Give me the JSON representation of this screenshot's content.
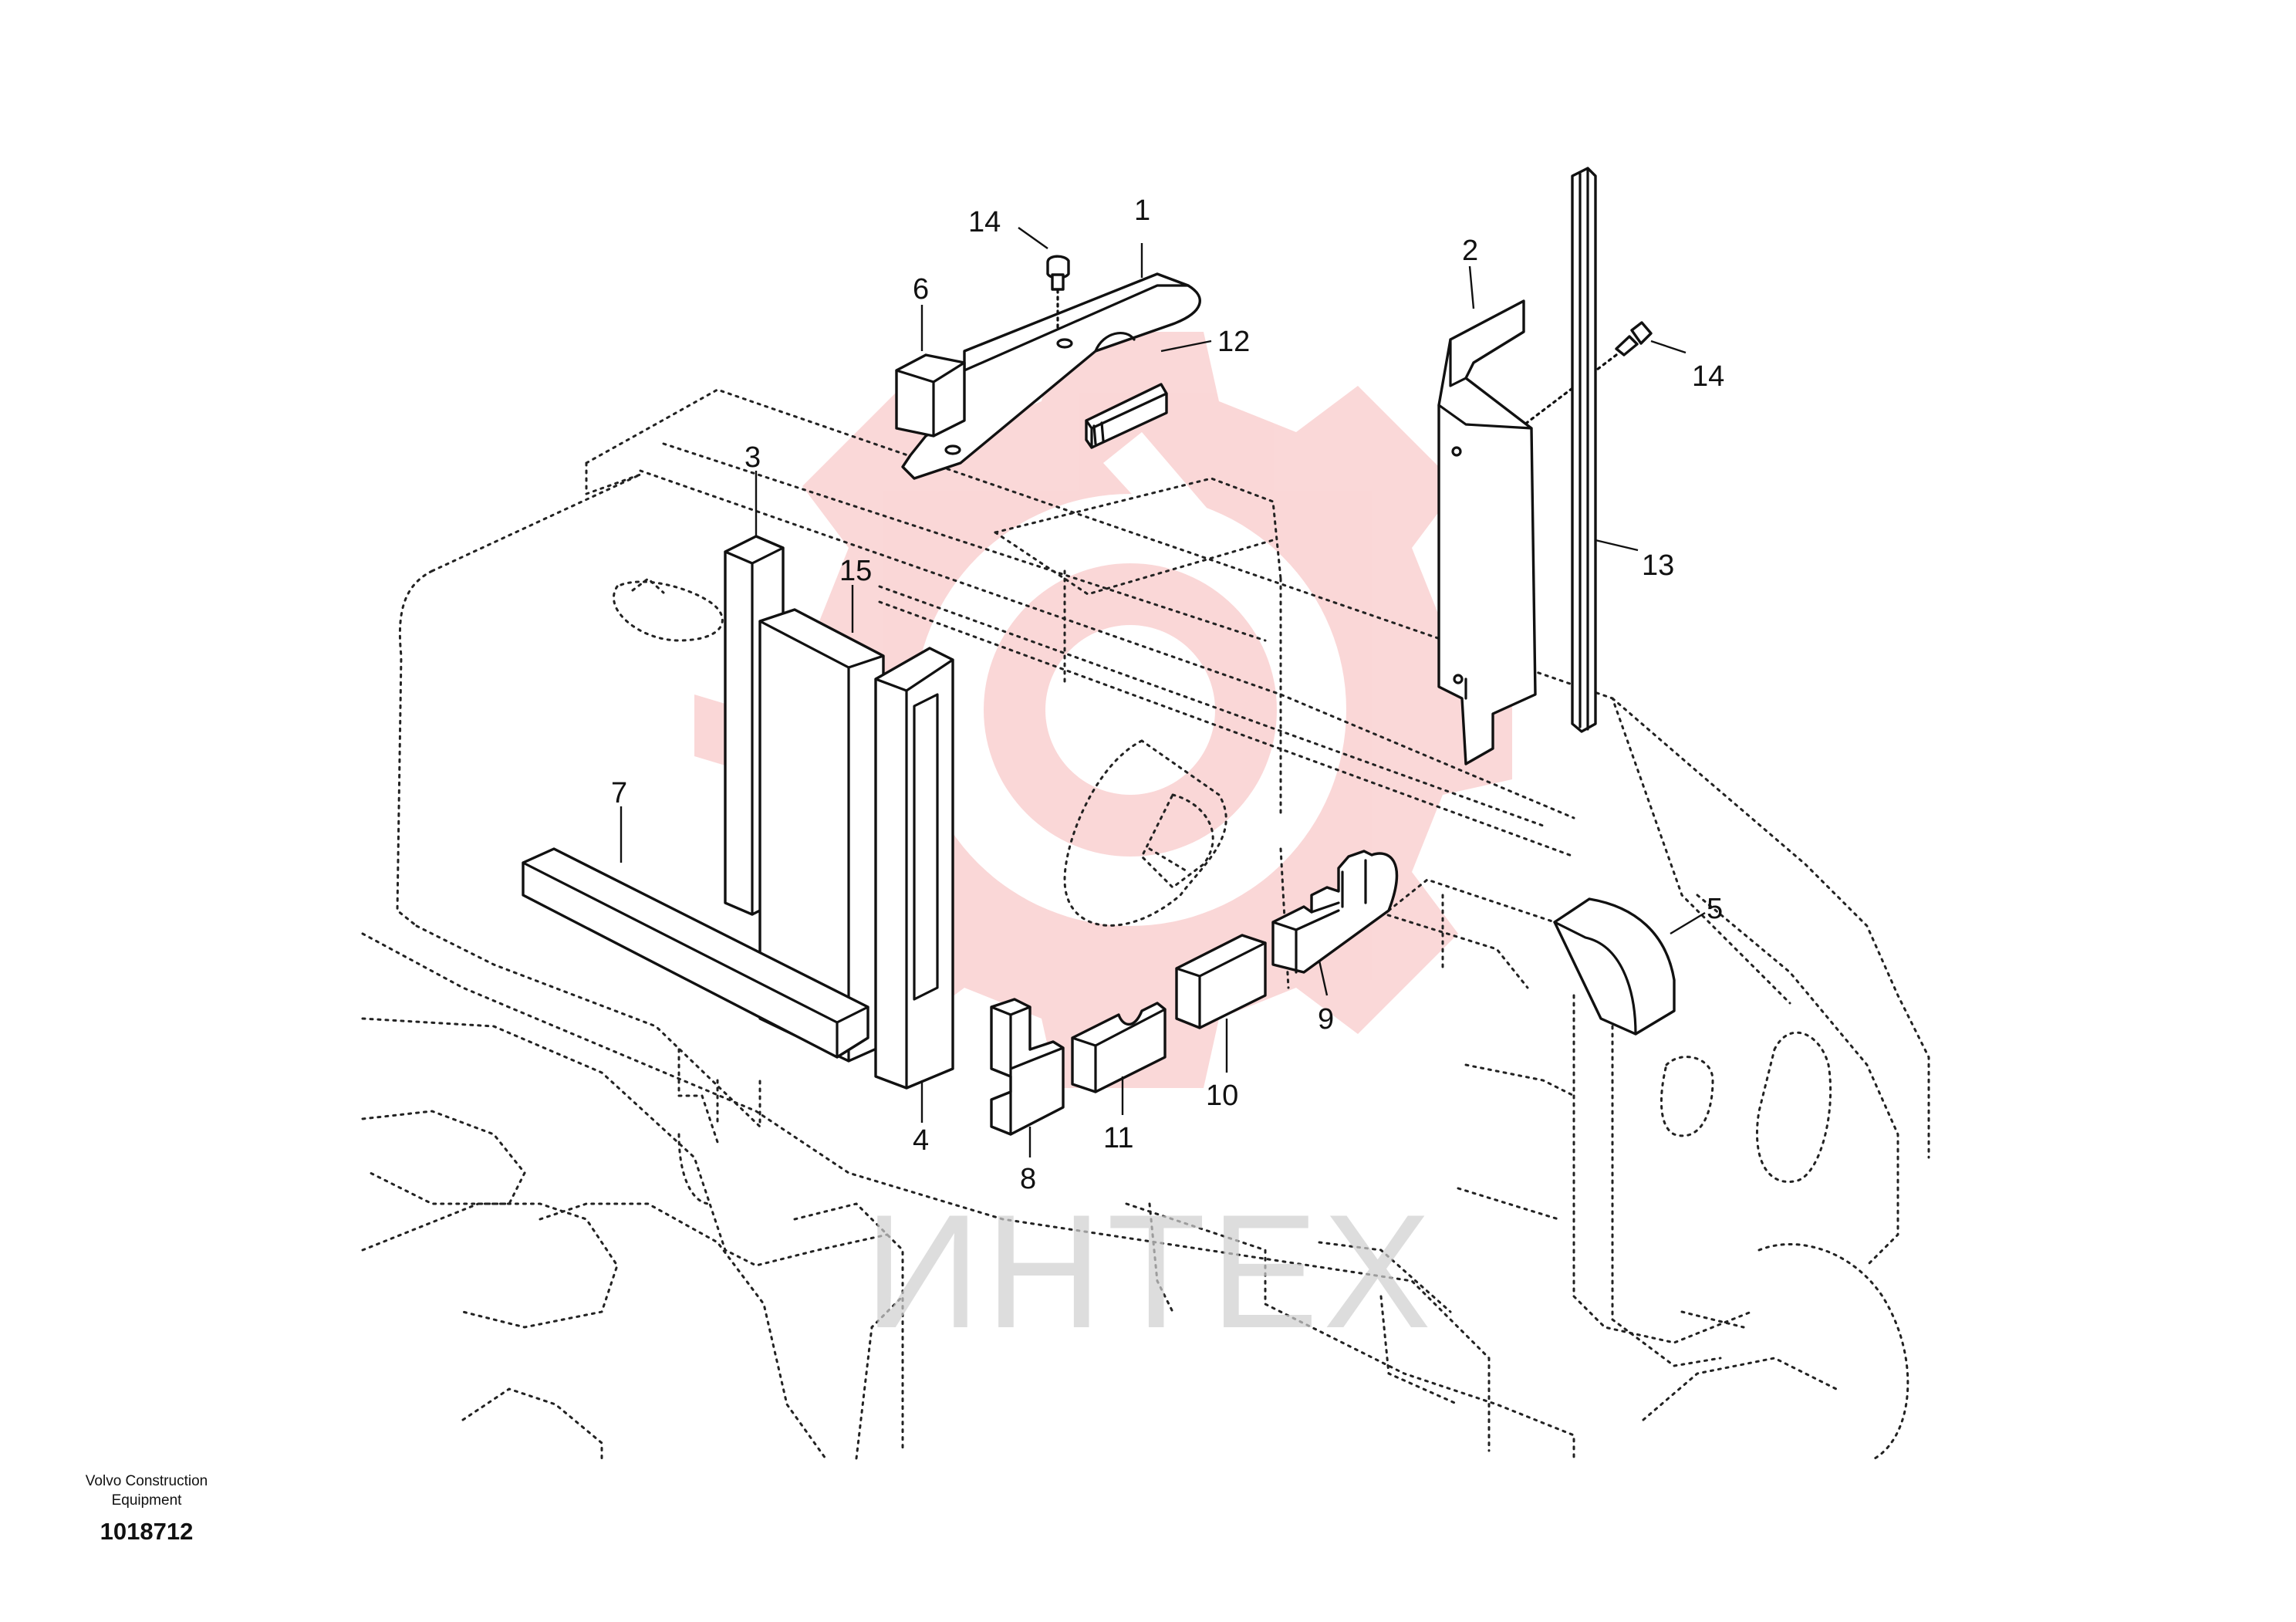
{
  "colors": {
    "watermark_logo": "#f6b8b8",
    "watermark_text": "#d0d0d0",
    "line": "#111111"
  },
  "watermark": {
    "text": "ИНТЕХ"
  },
  "footer": {
    "manufacturer": [
      "Volvo Construction",
      "Equipment"
    ],
    "drawing_number": "1018712"
  },
  "callouts": [
    {
      "id": "c1",
      "label": "1"
    },
    {
      "id": "c2",
      "label": "2"
    },
    {
      "id": "c3",
      "label": "3"
    },
    {
      "id": "c4",
      "label": "4"
    },
    {
      "id": "c5",
      "label": "5"
    },
    {
      "id": "c6",
      "label": "6"
    },
    {
      "id": "c7",
      "label": "7"
    },
    {
      "id": "c8",
      "label": "8"
    },
    {
      "id": "c9",
      "label": "9"
    },
    {
      "id": "c10",
      "label": "10"
    },
    {
      "id": "c11",
      "label": "11"
    },
    {
      "id": "c12",
      "label": "12"
    },
    {
      "id": "c13",
      "label": "13"
    },
    {
      "id": "c14a",
      "label": "14"
    },
    {
      "id": "c14b",
      "label": "14"
    },
    {
      "id": "c15",
      "label": "15"
    }
  ]
}
